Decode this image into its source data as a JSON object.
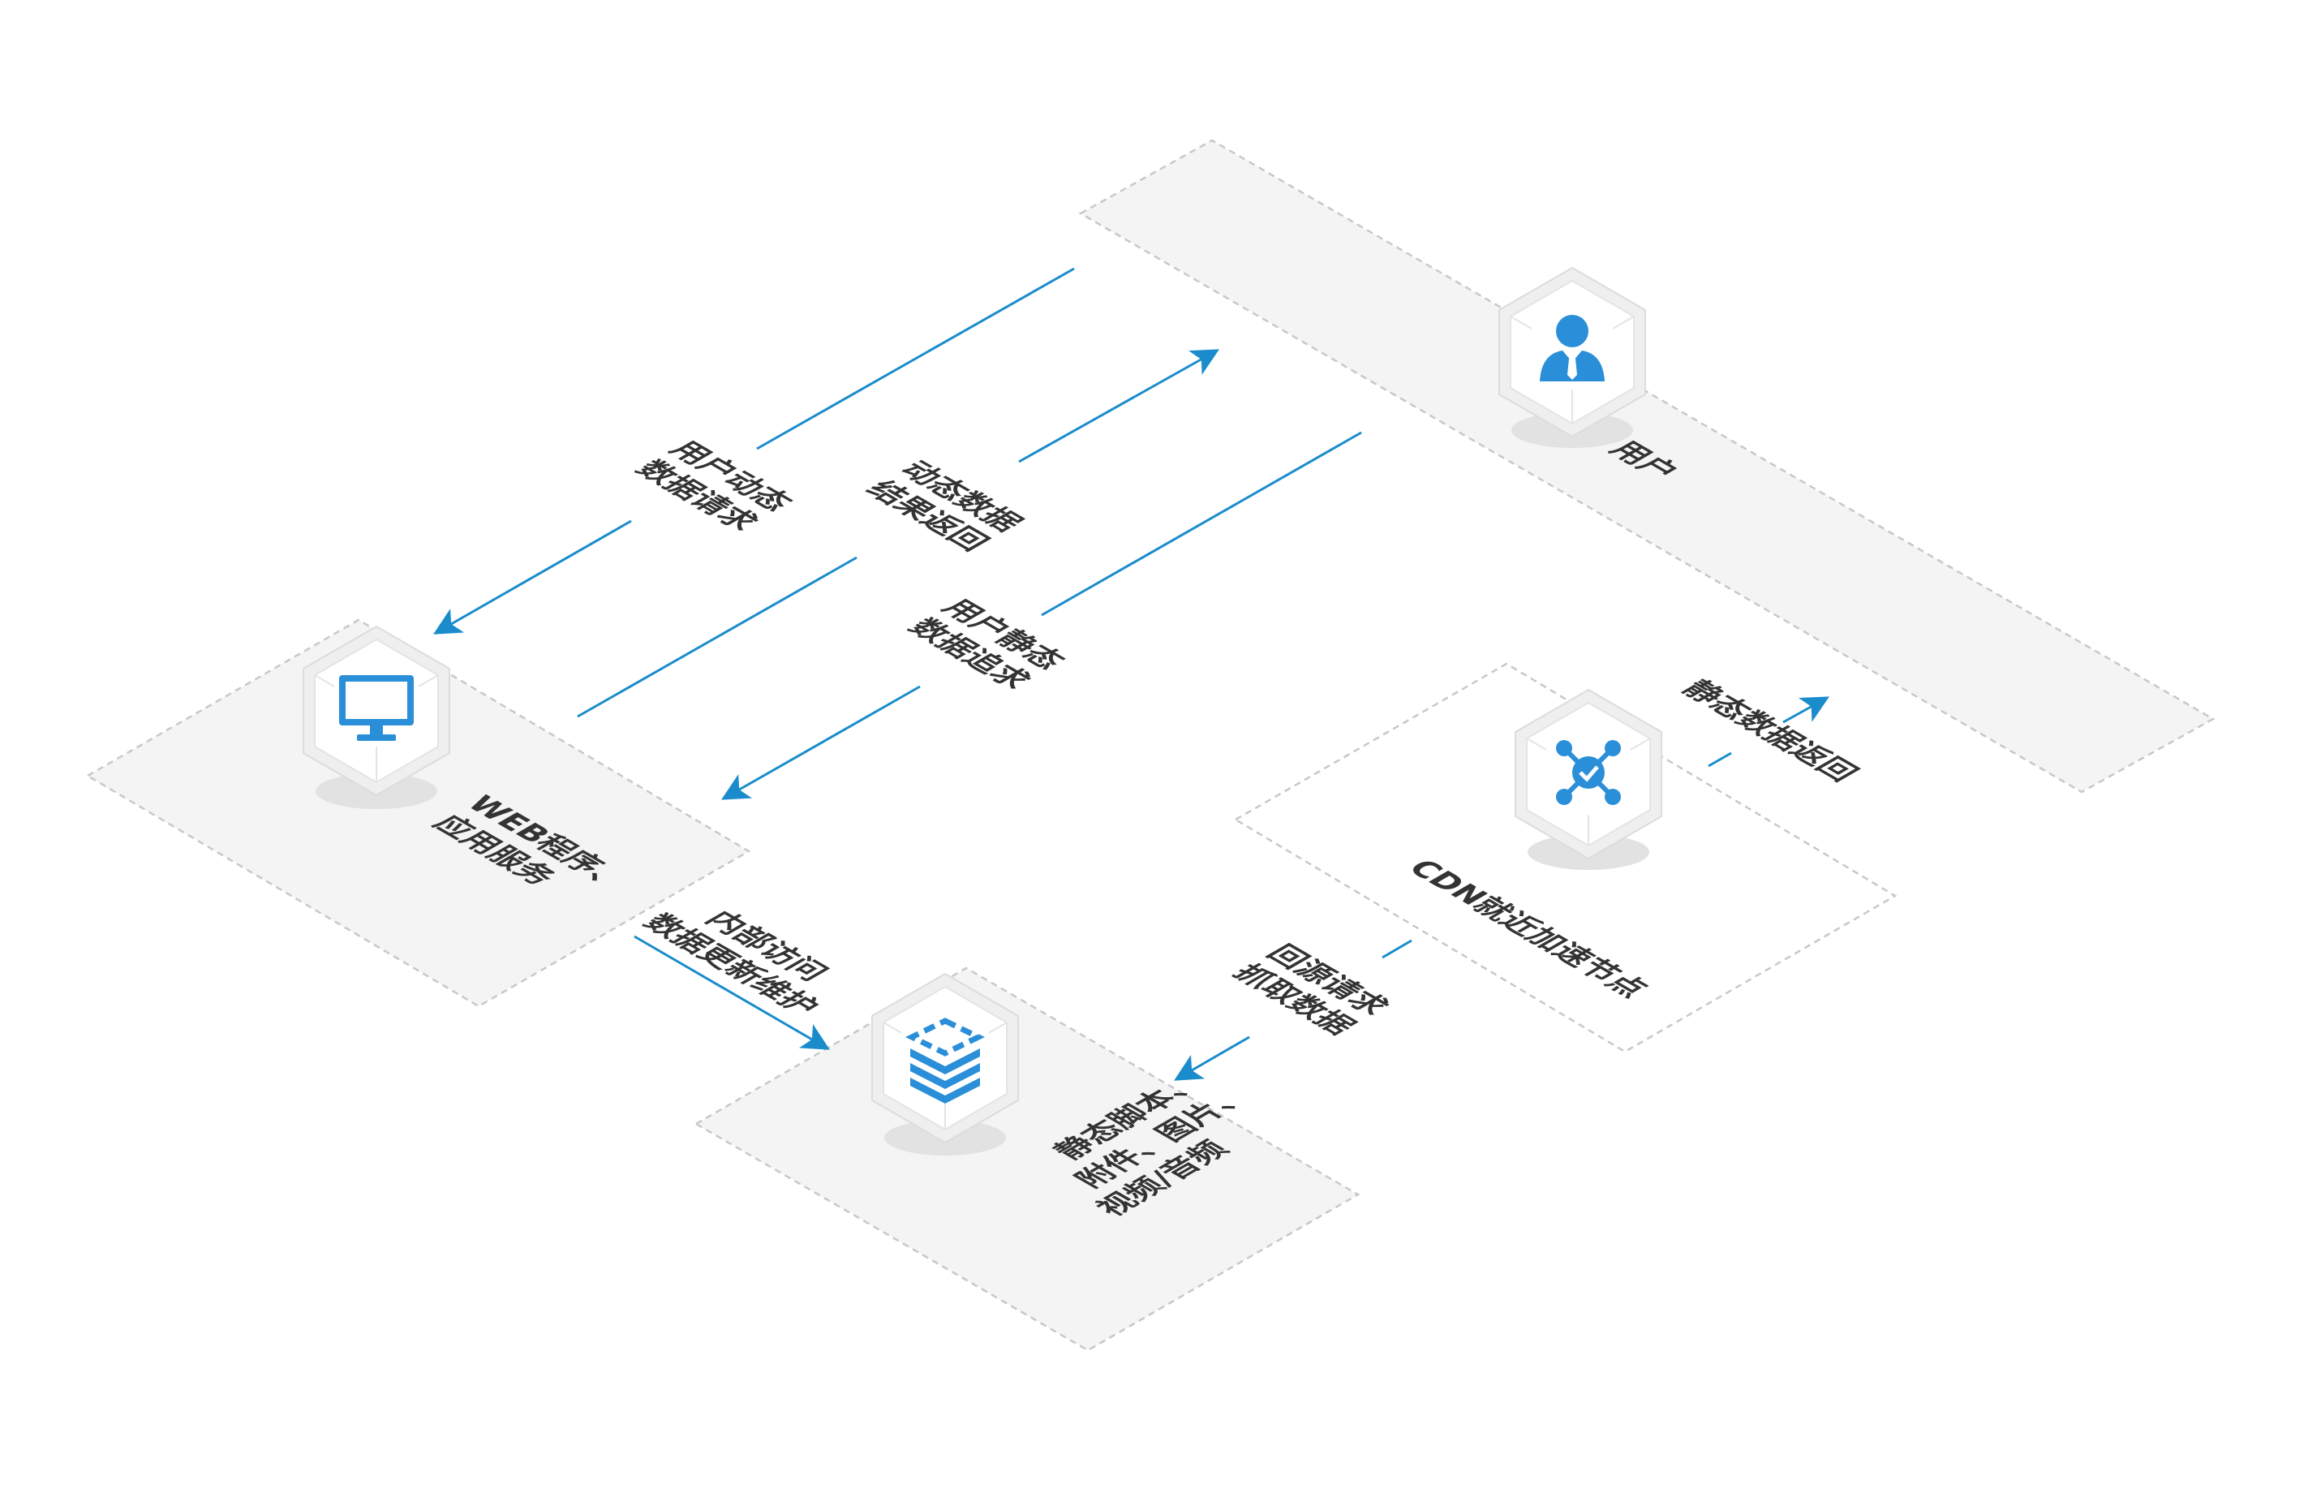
{
  "colors": {
    "accent": "#1a8ccc",
    "icon": "#2a8fd8",
    "text": "#333333",
    "plate_fill": "#f4f4f4",
    "plate_border": "#c8c8c8"
  },
  "nodes": {
    "user": {
      "label": "用户",
      "icon": "user-icon"
    },
    "web": {
      "label_line1": "WEB程序、",
      "label_line2": "应用服务",
      "icon": "monitor-icon"
    },
    "cdn": {
      "label": "CDN就近加速节点",
      "icon": "network-icon"
    },
    "storage": {
      "label_line1": "静态脚本、",
      "label_line2": "附件、图片、",
      "label_line3": "视频/音频",
      "icon": "storage-stack-icon"
    }
  },
  "flows": {
    "dynamic_request": {
      "line1": "用户动态",
      "line2": "数据请求"
    },
    "dynamic_return": {
      "line1": "动态数据",
      "line2": "结果返回"
    },
    "static_request": {
      "line1": "用户静态",
      "line2": "数据追求"
    },
    "static_return": {
      "label": "静态数据返回"
    },
    "internal_access": {
      "line1": "内部访问",
      "line2": "数据更新维护"
    },
    "origin_fetch": {
      "line1": "回源请求",
      "line2": "抓取数据"
    }
  }
}
